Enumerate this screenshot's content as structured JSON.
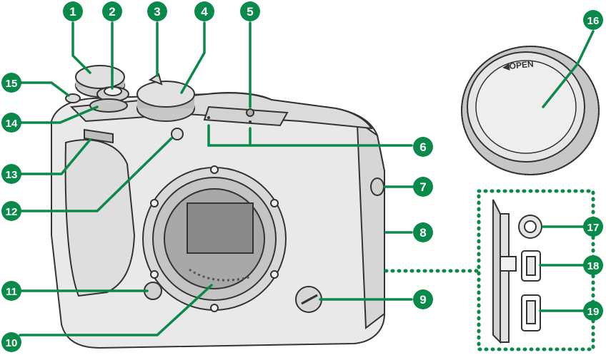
{
  "diagram": {
    "accent_color": "#0a8a4a",
    "body_color": "#e9e9e9",
    "outline_color": "#333333",
    "body_cap_text": "◀OPEN",
    "callouts": [
      {
        "id": "1",
        "label": "1"
      },
      {
        "id": "2",
        "label": "2"
      },
      {
        "id": "3",
        "label": "3"
      },
      {
        "id": "4",
        "label": "4"
      },
      {
        "id": "5",
        "label": "5"
      },
      {
        "id": "6",
        "label": "6"
      },
      {
        "id": "7",
        "label": "7"
      },
      {
        "id": "8",
        "label": "8"
      },
      {
        "id": "9",
        "label": "9"
      },
      {
        "id": "10",
        "label": "10"
      },
      {
        "id": "11",
        "label": "11"
      },
      {
        "id": "12",
        "label": "12"
      },
      {
        "id": "13",
        "label": "13"
      },
      {
        "id": "14",
        "label": "14"
      },
      {
        "id": "15",
        "label": "15"
      },
      {
        "id": "16",
        "label": "16"
      },
      {
        "id": "17",
        "label": "17"
      },
      {
        "id": "18",
        "label": "18"
      },
      {
        "id": "19",
        "label": "19"
      }
    ]
  }
}
